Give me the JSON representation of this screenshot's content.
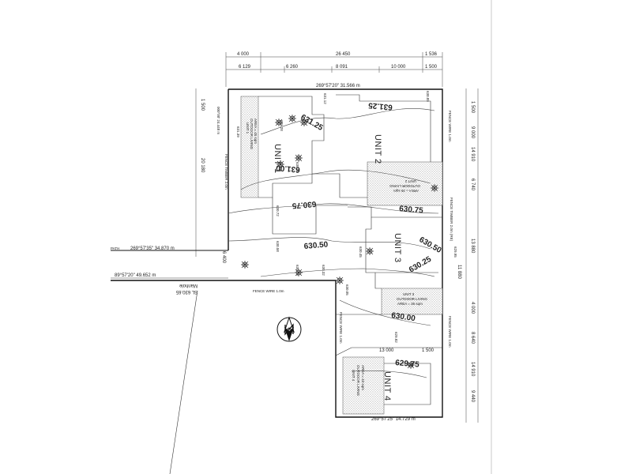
{
  "top_dimensions": {
    "row1": [
      "4 000",
      "26 450",
      "1 536"
    ],
    "row2": [
      "6 129",
      "6 260",
      "8 091",
      "10 000",
      "1 500"
    ],
    "boundary_top": "269°57'20\"  31.566 m"
  },
  "right_dimensions": {
    "row1": [
      "1 500",
      "9 000",
      "14 910",
      "6 740",
      "13 880",
      "11 880",
      "4 000",
      "8 640",
      "14 910",
      "9 440"
    ],
    "fences": [
      "FENCE WIRE 1.0m",
      "FENCE TIMBER 2.0m (RE)",
      "FENCE WIRE 1.0m"
    ]
  },
  "left_dimensions": {
    "items": [
      "1 500",
      "20 180",
      "6 400"
    ],
    "fence_left": "FENCE TIMBER 2.0m",
    "boundary_left": "000°00' 24.448 m",
    "boundary_mid": "269°57'35\"  34.870 m",
    "boundary_lower": "89°57'20\"  49.652 m",
    "path": "PATH"
  },
  "manhole": {
    "line1": "Manhole",
    "line2": "SL 630.65"
  },
  "bottom_boundary": "269°57'25\"  14.729 m",
  "units": [
    {
      "name": "UNIT 1",
      "outdoor": [
        "UNIT 1",
        "OUTDOOR LIVING",
        "AREA = 45 sqm"
      ]
    },
    {
      "name": "UNIT 2",
      "outdoor": [
        "UNIT 2",
        "OUTDOOR LIVING",
        "AREA = 35 sqm"
      ]
    },
    {
      "name": "UNIT 3",
      "outdoor": [
        "UNIT 3",
        "OUTDOOR LIVING",
        "AREA = 36 sqm"
      ]
    },
    {
      "name": "UNIT 4",
      "outdoor": [
        "UNIT 4",
        "OUTDOOR LIVING",
        "AREA = 43 sqm"
      ]
    }
  ],
  "contours": [
    "631.25",
    "631.25",
    "631.00",
    "630.75",
    "630.75",
    "630.50",
    "630.50",
    "630.25",
    "630.00",
    "629.75"
  ],
  "fence_labels": {
    "middle": "FENCE WIRE 1.0m",
    "lower_left": "FENCE WIRE 1.0m"
  },
  "dims_lower": [
    "13 000",
    "1 500"
  ],
  "spot_levels": [
    "631.39",
    "631.28",
    "631.12",
    "630.98",
    "630.89",
    "630.72",
    "630.58",
    "630.45",
    "630.32",
    "630.18",
    "630.05",
    "629.95",
    "629.82"
  ],
  "colors": {
    "line": "#111111",
    "hatch": "#9a9a9a",
    "background": "#ffffff"
  }
}
